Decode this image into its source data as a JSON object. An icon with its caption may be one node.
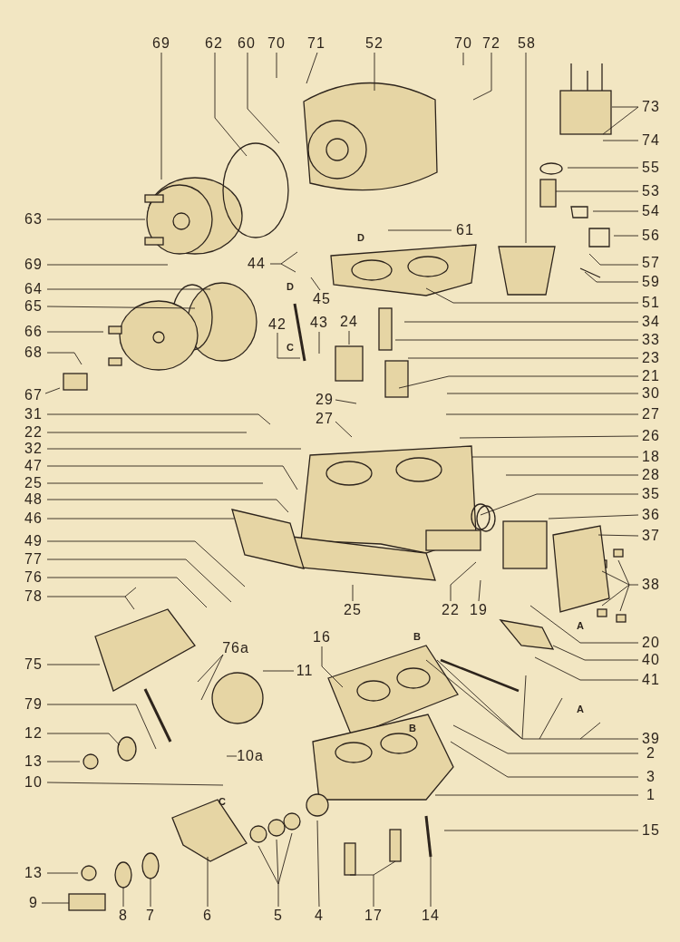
{
  "diagram": {
    "nodes": [
      {
        "text": [
          "69"
        ]
      },
      {
        "text": [
          "62"
        ]
      },
      {
        "text": [
          "60"
        ]
      },
      {
        "text": [
          "70"
        ]
      },
      {
        "text": [
          "71"
        ]
      },
      {
        "text": [
          "52"
        ]
      },
      {
        "text": [
          "70"
        ]
      },
      {
        "text": [
          "72"
        ]
      },
      {
        "text": [
          "58"
        ]
      },
      {
        "text": [
          "63"
        ]
      },
      {
        "text": [
          "69"
        ]
      },
      {
        "text": [
          "64"
        ]
      },
      {
        "text": [
          "65"
        ]
      },
      {
        "text": [
          "66"
        ]
      },
      {
        "text": [
          "68"
        ]
      },
      {
        "text": [
          "67"
        ]
      },
      {
        "text": [
          "31"
        ]
      },
      {
        "text": [
          "22"
        ]
      },
      {
        "text": [
          "32"
        ]
      },
      {
        "text": [
          "47"
        ]
      },
      {
        "text": [
          "25"
        ]
      },
      {
        "text": [
          "48"
        ]
      },
      {
        "text": [
          "46"
        ]
      },
      {
        "text": [
          "49"
        ]
      },
      {
        "text": [
          "77"
        ]
      },
      {
        "text": [
          "76"
        ]
      },
      {
        "text": [
          "78"
        ]
      },
      {
        "text": [
          "75"
        ]
      },
      {
        "text": [
          "79"
        ]
      },
      {
        "text": [
          "12"
        ]
      },
      {
        "text": [
          "13"
        ]
      },
      {
        "text": [
          "10"
        ]
      },
      {
        "text": [
          "13"
        ]
      },
      {
        "text": [
          "9"
        ]
      },
      {
        "text": [
          "44"
        ]
      },
      {
        "text": [
          "45"
        ]
      },
      {
        "text": [
          "42"
        ]
      },
      {
        "text": [
          "43"
        ]
      },
      {
        "text": [
          "24"
        ]
      },
      {
        "text": [
          "29"
        ]
      },
      {
        "text": [
          "27"
        ]
      },
      {
        "text": [
          "76a"
        ]
      },
      {
        "text": [
          "11"
        ]
      },
      {
        "text": [
          "16"
        ]
      },
      {
        "text": [
          "10a"
        ]
      },
      {
        "text": [
          "25"
        ]
      },
      {
        "text": [
          "22"
        ]
      },
      {
        "text": [
          "19"
        ]
      },
      {
        "text": [
          "73"
        ]
      },
      {
        "text": [
          "74"
        ]
      },
      {
        "text": [
          "55"
        ]
      },
      {
        "text": [
          "53"
        ]
      },
      {
        "text": [
          "54"
        ]
      },
      {
        "text": [
          "61"
        ]
      },
      {
        "text": [
          "56"
        ]
      },
      {
        "text": [
          "57"
        ]
      },
      {
        "text": [
          "59"
        ]
      },
      {
        "text": [
          "51"
        ]
      },
      {
        "text": [
          "34"
        ]
      },
      {
        "text": [
          "33"
        ]
      },
      {
        "text": [
          "23"
        ]
      },
      {
        "text": [
          "21"
        ]
      },
      {
        "text": [
          "30"
        ]
      },
      {
        "text": [
          "27"
        ]
      },
      {
        "text": [
          "26"
        ]
      },
      {
        "text": [
          "18"
        ]
      },
      {
        "text": [
          "28"
        ]
      },
      {
        "text": [
          "35"
        ]
      },
      {
        "text": [
          "36"
        ]
      },
      {
        "text": [
          "37"
        ]
      },
      {
        "text": [
          "38"
        ]
      },
      {
        "text": [
          "20"
        ]
      },
      {
        "text": [
          "40"
        ]
      },
      {
        "text": [
          "41"
        ]
      },
      {
        "text": [
          "39"
        ]
      },
      {
        "text": [
          "2"
        ]
      },
      {
        "text": [
          "3"
        ]
      },
      {
        "text": [
          "1"
        ]
      },
      {
        "text": [
          "15"
        ]
      },
      {
        "text": [
          "8"
        ]
      },
      {
        "text": [
          "7"
        ]
      },
      {
        "text": [
          "6"
        ]
      },
      {
        "text": [
          "5"
        ]
      },
      {
        "text": [
          "4"
        ]
      },
      {
        "text": [
          "17"
        ]
      },
      {
        "text": [
          "14"
        ]
      }
    ],
    "edges": [
      {
        "from": 0,
        "to": null,
        "arrow": "none"
      },
      {
        "from": 1,
        "to": null,
        "arrow": "none"
      },
      {
        "from": 2,
        "to": null,
        "arrow": "none"
      },
      {
        "from": 3,
        "to": null,
        "arrow": "none"
      },
      {
        "from": 4,
        "to": null,
        "arrow": "none"
      },
      {
        "from": 5,
        "to": null,
        "arrow": "none"
      },
      {
        "from": 6,
        "to": null,
        "arrow": "none"
      },
      {
        "from": 7,
        "to": null,
        "arrow": "none"
      },
      {
        "from": 8,
        "to": null,
        "arrow": "none"
      },
      {
        "from": 9,
        "to": null,
        "arrow": "none"
      },
      {
        "from": 10,
        "to": null,
        "arrow": "none"
      },
      {
        "from": 11,
        "to": null,
        "arrow": "none"
      },
      {
        "from": 12,
        "to": null,
        "arrow": "none"
      },
      {
        "from": 13,
        "to": null,
        "arrow": "none"
      },
      {
        "from": 14,
        "to": null,
        "arrow": "none"
      },
      {
        "from": 15,
        "to": null,
        "arrow": "none"
      },
      {
        "from": 16,
        "to": null,
        "arrow": "none"
      },
      {
        "from": 17,
        "to": null,
        "arrow": "none"
      },
      {
        "from": 18,
        "to": null,
        "arrow": "none"
      },
      {
        "from": 19,
        "to": null,
        "arrow": "none"
      },
      {
        "from": 20,
        "to": null,
        "arrow": "none"
      },
      {
        "from": 21,
        "to": null,
        "arrow": "none"
      },
      {
        "from": 22,
        "to": null,
        "arrow": "none"
      },
      {
        "from": 23,
        "to": null,
        "arrow": "none"
      },
      {
        "from": 24,
        "to": null,
        "arrow": "none"
      },
      {
        "from": 25,
        "to": null,
        "arrow": "none"
      },
      {
        "from": 26,
        "to": null,
        "arrow": "none"
      },
      {
        "from": 27,
        "to": null,
        "arrow": "none"
      },
      {
        "from": 28,
        "to": null,
        "arrow": "none"
      },
      {
        "from": 29,
        "to": null,
        "arrow": "none"
      },
      {
        "from": 30,
        "to": null,
        "arrow": "none"
      },
      {
        "from": 31,
        "to": null,
        "arrow": "none"
      },
      {
        "from": 32,
        "to": null,
        "arrow": "none"
      },
      {
        "from": 33,
        "to": null,
        "arrow": "none"
      },
      {
        "from": 34,
        "to": null,
        "arrow": "none"
      },
      {
        "from": 35,
        "to": null,
        "arrow": "none"
      },
      {
        "from": 36,
        "to": null,
        "arrow": "none"
      },
      {
        "from": 37,
        "to": null,
        "arrow": "none"
      },
      {
        "from": 38,
        "to": null,
        "arrow": "none"
      },
      {
        "from": 39,
        "to": null,
        "arrow": "none"
      },
      {
        "from": 40,
        "to": null,
        "arrow": "none"
      },
      {
        "from": 41,
        "to": null,
        "arrow": "none"
      },
      {
        "from": 42,
        "to": null,
        "arrow": "none"
      },
      {
        "from": 43,
        "to": null,
        "arrow": "none"
      },
      {
        "from": 44,
        "to": null,
        "arrow": "none"
      },
      {
        "from": 45,
        "to": null,
        "arrow": "none"
      },
      {
        "from": 46,
        "to": null,
        "arrow": "none"
      },
      {
        "from": 47,
        "to": null,
        "arrow": "none"
      },
      {
        "from": 48,
        "to": null,
        "arrow": "none"
      },
      {
        "from": 49,
        "to": null,
        "arrow": "none"
      },
      {
        "from": 50,
        "to": null,
        "arrow": "none"
      },
      {
        "from": 51,
        "to": null,
        "arrow": "none"
      },
      {
        "from": 52,
        "to": null,
        "arrow": "none"
      },
      {
        "from": 53,
        "to": null,
        "arrow": "none"
      },
      {
        "from": 54,
        "to": null,
        "arrow": "none"
      },
      {
        "from": 55,
        "to": null,
        "arrow": "none"
      },
      {
        "from": 56,
        "to": null,
        "arrow": "none"
      },
      {
        "from": 57,
        "to": null,
        "arrow": "none"
      },
      {
        "from": 58,
        "to": null,
        "arrow": "none"
      },
      {
        "from": 59,
        "to": null,
        "arrow": "none"
      },
      {
        "from": 60,
        "to": null,
        "arrow": "none"
      },
      {
        "from": 61,
        "to": null,
        "arrow": "none"
      },
      {
        "from": 62,
        "to": null,
        "arrow": "none"
      },
      {
        "from": 63,
        "to": null,
        "arrow": "none"
      },
      {
        "from": 64,
        "to": null,
        "arrow": "none"
      },
      {
        "from": 65,
        "to": null,
        "arrow": "none"
      },
      {
        "from": 66,
        "to": null,
        "arrow": "none"
      },
      {
        "from": 67,
        "to": null,
        "arrow": "none"
      },
      {
        "from": 68,
        "to": null,
        "arrow": "none"
      },
      {
        "from": 69,
        "to": null,
        "arrow": "none"
      },
      {
        "from": 70,
        "to": null,
        "arrow": "none"
      },
      {
        "from": 71,
        "to": null,
        "arrow": "none"
      },
      {
        "from": 72,
        "to": null,
        "arrow": "none"
      },
      {
        "from": 73,
        "to": null,
        "arrow": "none"
      },
      {
        "from": 74,
        "to": null,
        "arrow": "none"
      },
      {
        "from": 75,
        "to": null,
        "arrow": "none"
      },
      {
        "from": 76,
        "to": null,
        "arrow": "none"
      },
      {
        "from": 77,
        "to": null,
        "arrow": "none"
      },
      {
        "from": 78,
        "to": null,
        "arrow": "none"
      },
      {
        "from": 79,
        "to": null,
        "arrow": "none"
      },
      {
        "from": 80,
        "to": null,
        "arrow": "none"
      },
      {
        "from": 81,
        "to": null,
        "arrow": "none"
      },
      {
        "from": 82,
        "to": null,
        "arrow": "none"
      },
      {
        "from": 83,
        "to": null,
        "arrow": "none"
      },
      {
        "from": 84,
        "to": null,
        "arrow": "none"
      },
      {
        "from": 85,
        "to": null,
        "arrow": "none"
      }
    ],
    "labels": [
      "D",
      "D",
      "C",
      "A",
      "B",
      "A",
      "B",
      "C"
    ]
  }
}
